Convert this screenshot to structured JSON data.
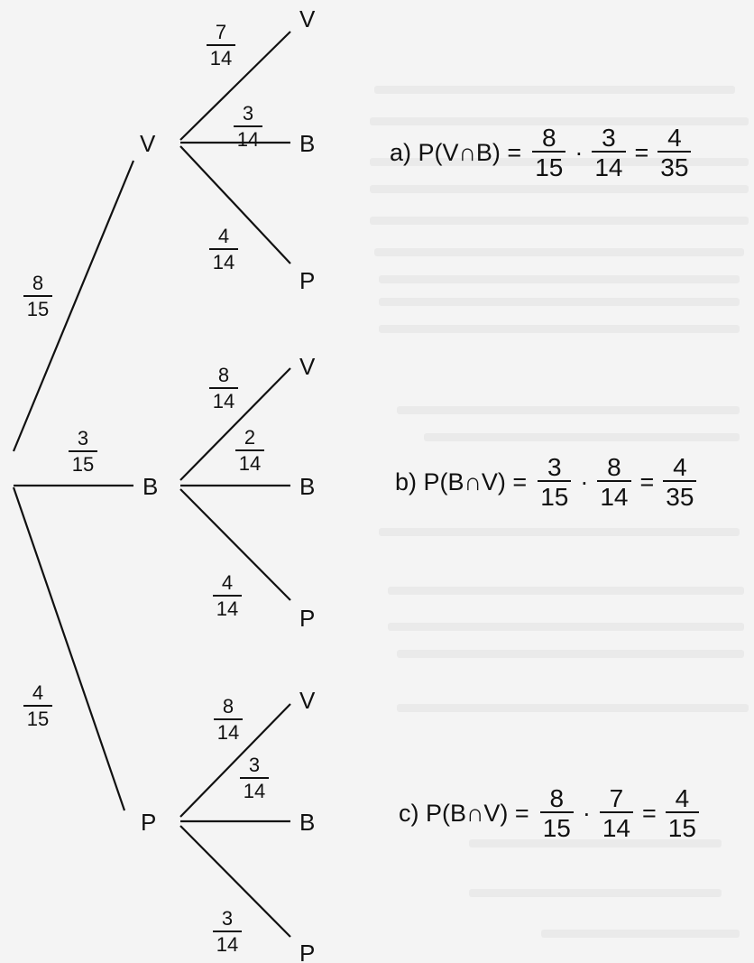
{
  "tree": {
    "root_branches": [
      {
        "id": "V",
        "label": "V",
        "prob": {
          "num": "8",
          "den": "15"
        },
        "children": [
          {
            "label": "V",
            "prob": {
              "num": "7",
              "den": "14"
            }
          },
          {
            "label": "B",
            "prob": {
              "num": "3",
              "den": "14"
            }
          },
          {
            "label": "P",
            "prob": {
              "num": "4",
              "den": "14"
            }
          }
        ]
      },
      {
        "id": "B",
        "label": "B",
        "prob": {
          "num": "3",
          "den": "15"
        },
        "children": [
          {
            "label": "V",
            "prob": {
              "num": "8",
              "den": "14"
            }
          },
          {
            "label": "B",
            "prob": {
              "num": "2",
              "den": "14"
            }
          },
          {
            "label": "P",
            "prob": {
              "num": "4",
              "den": "14"
            }
          }
        ]
      },
      {
        "id": "P",
        "label": "P",
        "prob": {
          "num": "4",
          "den": "15"
        },
        "children": [
          {
            "label": "V",
            "prob": {
              "num": "8",
              "den": "14"
            }
          },
          {
            "label": "B",
            "prob": {
              "num": "3",
              "den": "14"
            }
          },
          {
            "label": "P",
            "prob": {
              "num": "3",
              "den": "14"
            }
          }
        ]
      }
    ]
  },
  "equations": {
    "a": {
      "label": "a) P(V∩B) =",
      "f1": {
        "num": "8",
        "den": "15"
      },
      "op": "·",
      "f2": {
        "num": "3",
        "den": "14"
      },
      "eq": "=",
      "r": {
        "num": "4",
        "den": "35"
      }
    },
    "b": {
      "label": "b) P(B∩V) =",
      "f1": {
        "num": "3",
        "den": "15"
      },
      "op": "·",
      "f2": {
        "num": "8",
        "den": "14"
      },
      "eq": "=",
      "r": {
        "num": "4",
        "den": "35"
      }
    },
    "c": {
      "label": "c) P(B∩V) =",
      "f1": {
        "num": "8",
        "den": "15"
      },
      "op": "·",
      "f2": {
        "num": "7",
        "den": "14"
      },
      "eq": "=",
      "r": {
        "num": "4",
        "den": "15"
      }
    }
  }
}
